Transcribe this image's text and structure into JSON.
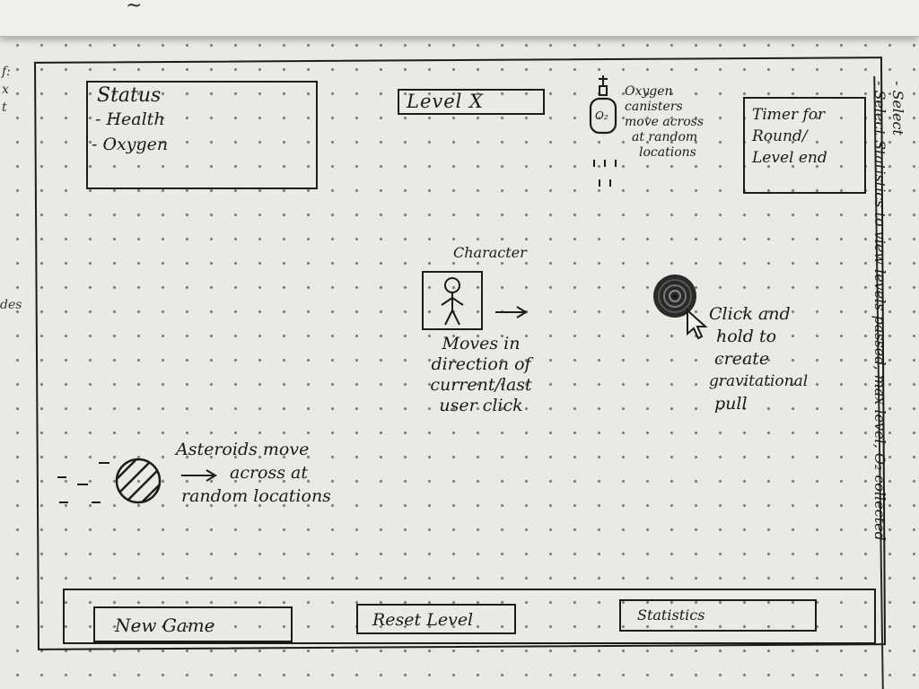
{
  "status": {
    "title": "Status",
    "items": [
      "- Health",
      "- Oxygen"
    ]
  },
  "level": {
    "label": "Level X"
  },
  "oxygen": {
    "canister_label": "O₂",
    "note_lines": [
      "Oxygen",
      "canisters",
      "move across",
      "at random",
      "locations"
    ]
  },
  "timer": {
    "lines": [
      "Timer for",
      "Round/",
      "Level end"
    ]
  },
  "character": {
    "label": "Character",
    "note_lines": [
      "Moves in",
      "direction of",
      "current/last",
      "user click"
    ]
  },
  "gravity": {
    "note_lines": [
      "Click and",
      "hold to",
      "create",
      "gravitational",
      "pull"
    ]
  },
  "asteroids": {
    "note_lines": [
      "Asteroids move",
      "across at",
      "random locations"
    ]
  },
  "buttons": {
    "new_game": "New Game",
    "reset_level": "Reset Level",
    "statistics": "Statistics"
  },
  "side_note": {
    "line1": "- Select",
    "line2": "- Select Statistics to view levels passed, max level, O₂ collected"
  },
  "colors": {
    "ink": "#1b1b1b",
    "paper": "#e9e9e6"
  }
}
